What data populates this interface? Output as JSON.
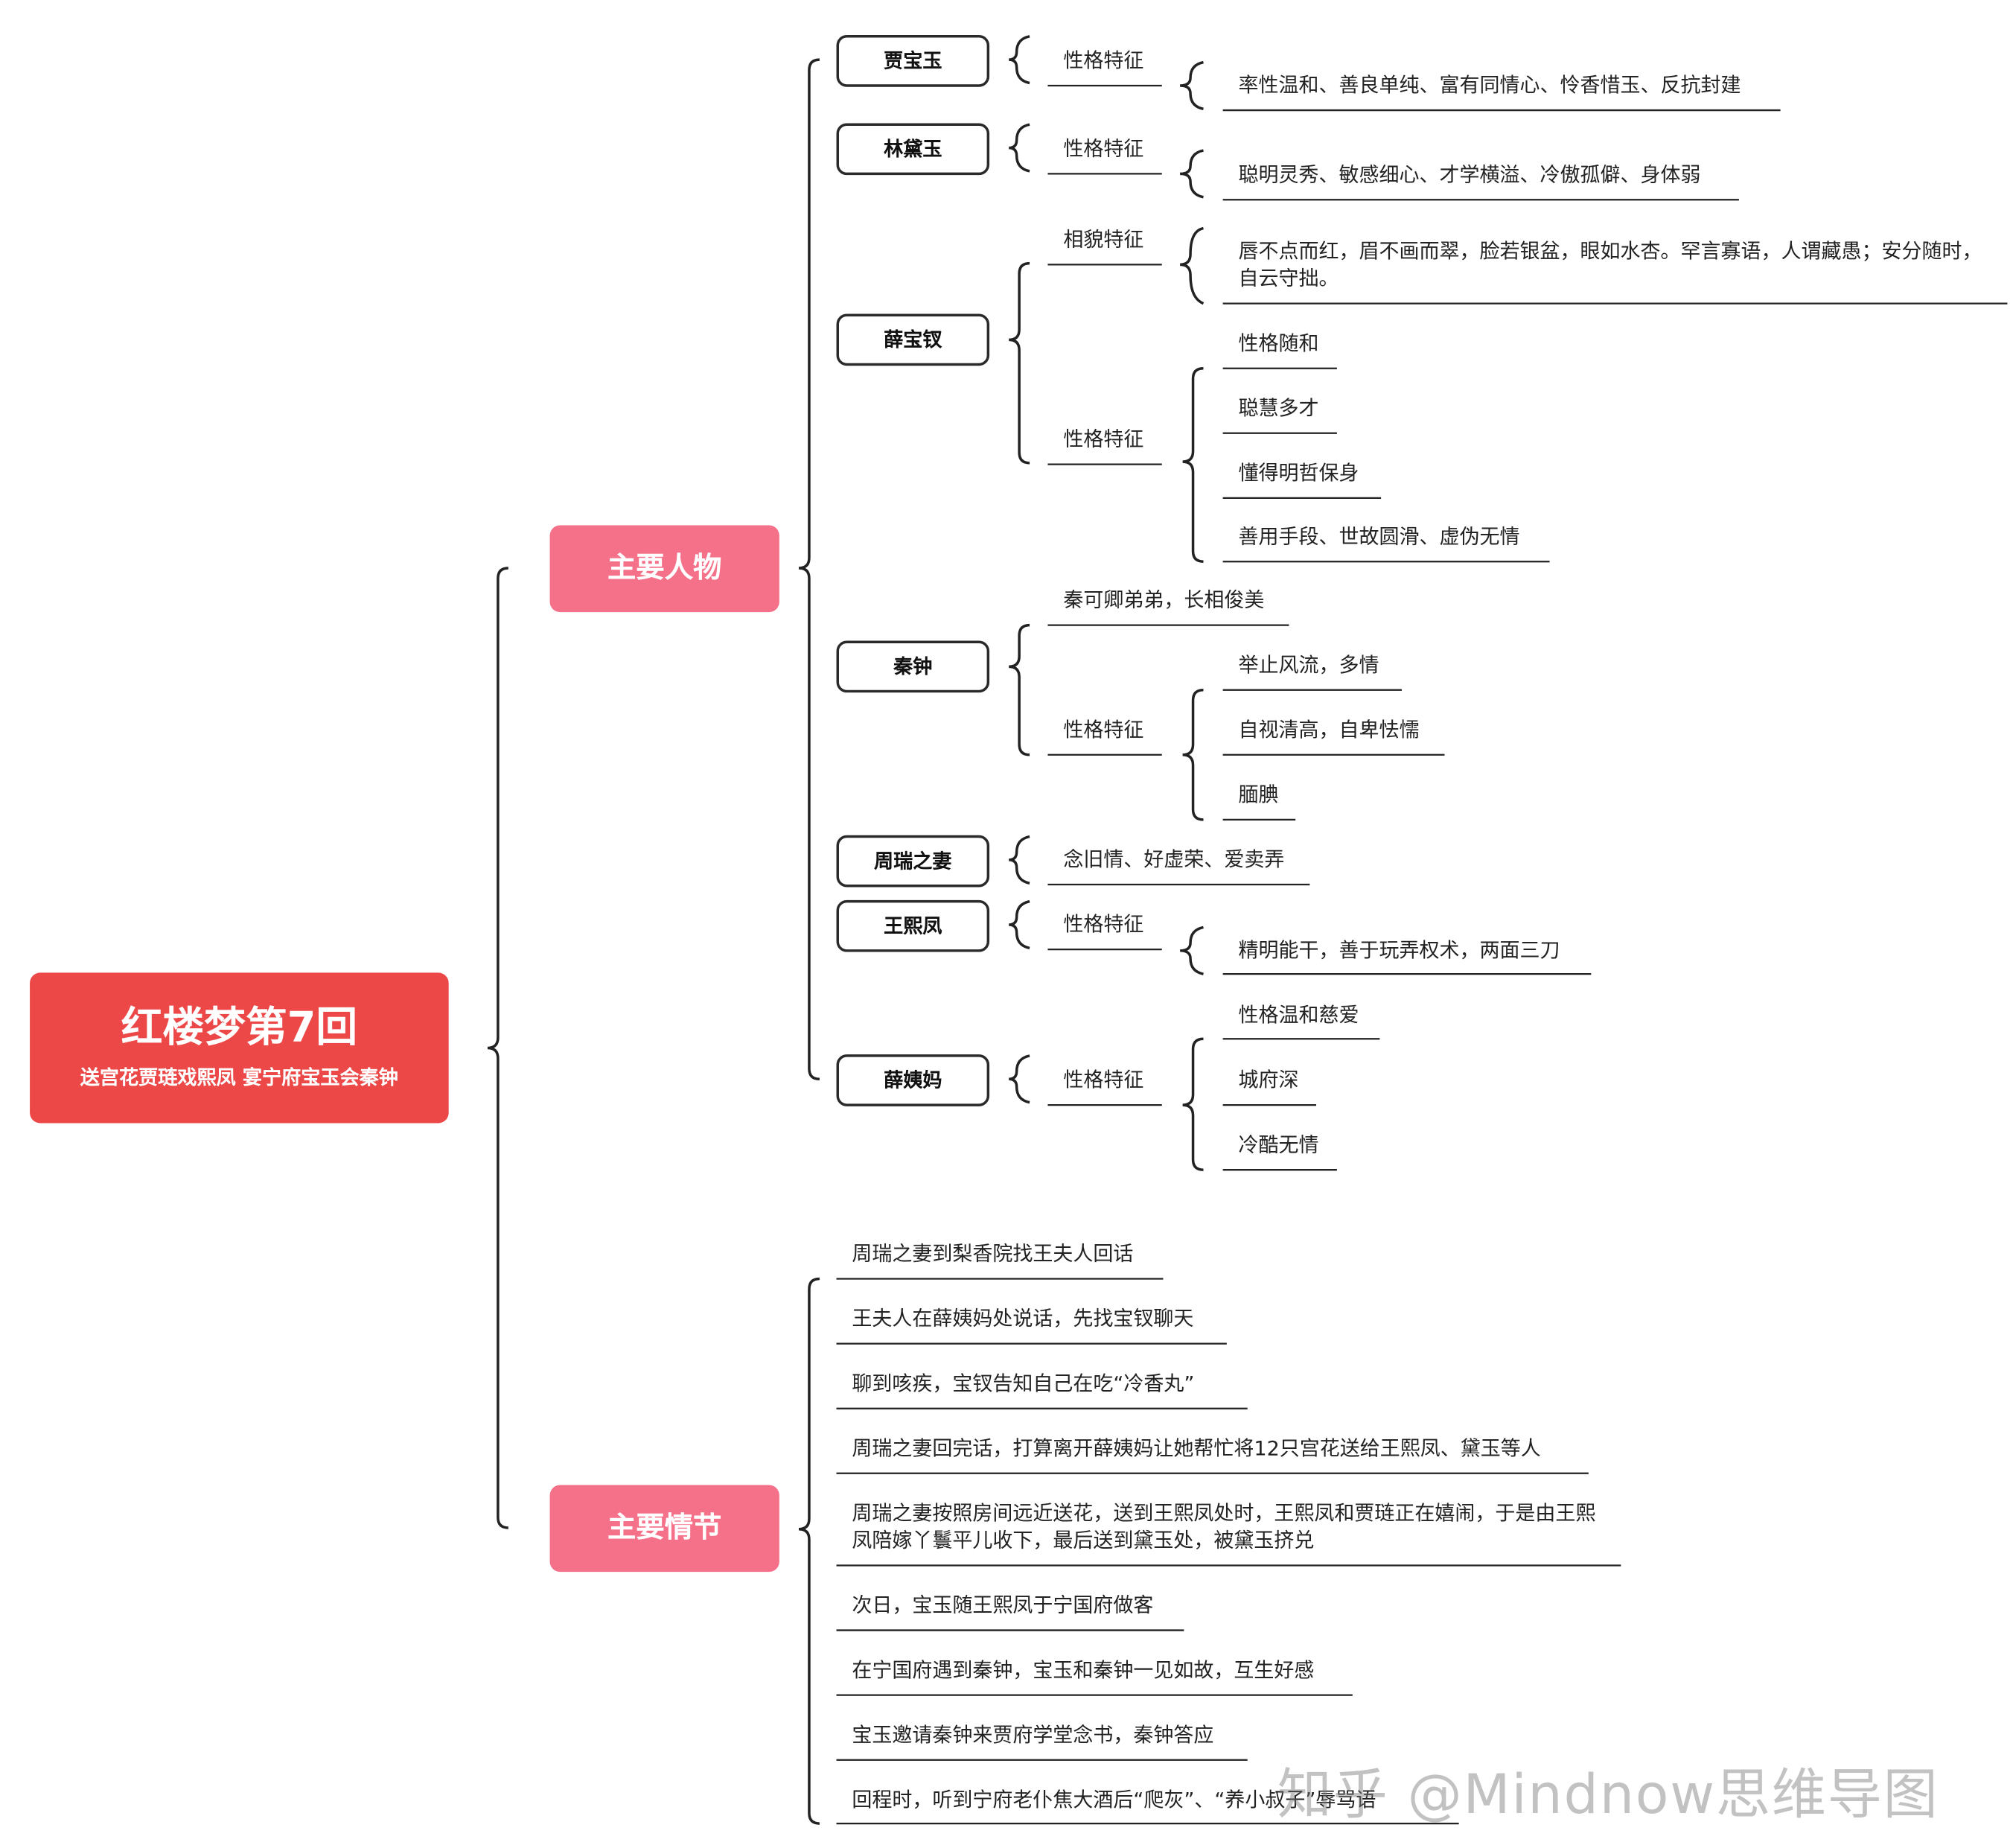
{
  "root": {
    "title": "红楼梦第7回",
    "subtitle": "送宫花贾琏戏熙凤 宴宁府宝玉会秦钟",
    "color": "#EC4848"
  },
  "categories": {
    "characters": "主要人物",
    "plot": "主要情节",
    "color": "#F5718A"
  },
  "characters": {
    "jia_baoyu": {
      "name": "贾宝玉",
      "trait_label": "性格特征",
      "trait": "率性温和、善良单纯、富有同情心、怜香惜玉、反抗封建"
    },
    "lin_daiyu": {
      "name": "林黛玉",
      "trait_label": "性格特征",
      "trait": "聪明灵秀、敏感细心、才学横溢、冷傲孤僻、身体弱"
    },
    "xue_baochai": {
      "name": "薛宝钗",
      "look_label": "相貌特征",
      "look": "唇不点而红，眉不画而翠，脸若银盆，眼如水杏。罕言寡语，人谓藏愚；安分随时，自云守拙。",
      "trait_label": "性格特征",
      "traits": [
        "性格随和",
        "聪慧多才",
        "懂得明哲保身",
        "善用手段、世故圆滑、虚伪无情"
      ]
    },
    "qin_zhong": {
      "name": "秦钟",
      "intro": "秦可卿弟弟，长相俊美",
      "trait_label": "性格特征",
      "traits": [
        "举止风流，多情",
        "自视清高，自卑怯懦",
        "腼腆"
      ]
    },
    "zhou_rui_wife": {
      "name": "周瑞之妻",
      "trait": "念旧情、好虚荣、爱卖弄"
    },
    "wang_xifeng": {
      "name": "王熙凤",
      "trait_label": "性格特征",
      "trait": "精明能干，善于玩弄权术，两面三刀"
    },
    "aunt_xue": {
      "name": "薛姨妈",
      "trait_label": "性格特征",
      "traits": [
        "性格温和慈爱",
        "城府深",
        "冷酷无情"
      ]
    }
  },
  "plot": [
    "周瑞之妻到梨香院找王夫人回话",
    "王夫人在薛姨妈处说话，先找宝钗聊天",
    "聊到咳疾，宝钗告知自己在吃“冷香丸”",
    "周瑞之妻回完话，打算离开薛姨妈让她帮忙将12只宫花送给王熙凤、黛玉等人",
    "周瑞之妻按照房间远近送花，送到王熙凤处时，王熙凤和贾琏正在嬉闹，于是由王熙凤陪嫁丫鬟平儿收下，最后送到黛玉处，被黛玉挤兑",
    "次日，宝玉随王熙凤于宁国府做客",
    "在宁国府遇到秦钟，宝玉和秦钟一见如故，互生好感",
    "宝玉邀请秦钟来贾府学堂念书，秦钟答应",
    "回程时，听到宁府老仆焦大酒后“爬灰”、“养小叔子”辱骂语"
  ],
  "watermark": "知乎 @Mindnow思维导图"
}
